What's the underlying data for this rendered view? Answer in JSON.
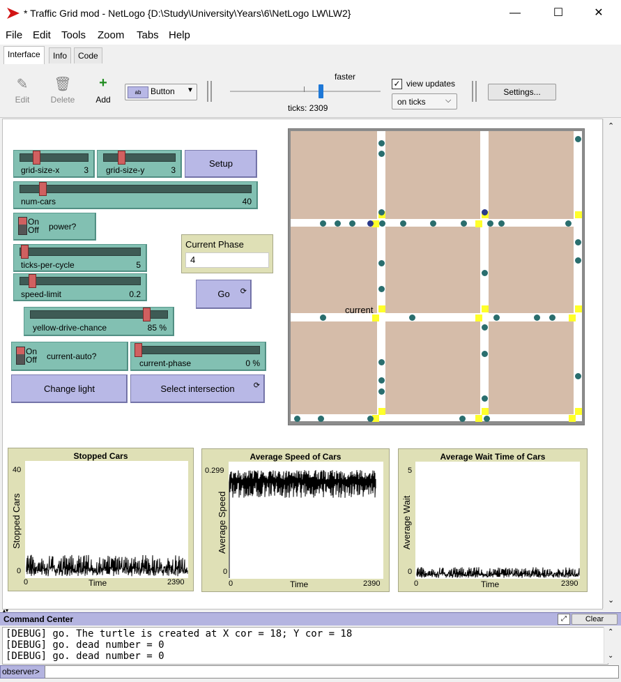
{
  "window": {
    "title": "* Traffic Grid mod - NetLogo {D:\\Study\\University\\Years\\6\\NetLogo LW\\LW2}",
    "minimize": "—",
    "maximize": "☐",
    "close": "✕"
  },
  "menu": [
    "File",
    "Edit",
    "Tools",
    "Zoom",
    "Tabs",
    "Help"
  ],
  "tabs": [
    "Interface",
    "Info",
    "Code"
  ],
  "toolbar": {
    "edit": "Edit",
    "delete": "Delete",
    "add": "Add",
    "widget_type": "Button",
    "speed_label": "faster",
    "ticks_label": "ticks: 2309",
    "view_updates": "view updates",
    "view_updates_checked": true,
    "update_mode": "on ticks",
    "settings": "Settings...",
    "speed_fraction": 0.6
  },
  "widgets": {
    "grid_size_x": {
      "label": "grid-size-x",
      "value": "3"
    },
    "grid_size_y": {
      "label": "grid-size-y",
      "value": "3"
    },
    "setup": "Setup",
    "num_cars": {
      "label": "num-cars",
      "value": "40"
    },
    "power": {
      "on": "On",
      "off": "Off",
      "label": "power?"
    },
    "ticks_per_cycle": {
      "label": "ticks-per-cycle",
      "value": "5"
    },
    "speed_limit": {
      "label": "speed-limit",
      "value": "0.2"
    },
    "current_phase_monitor": {
      "label": "Current Phase",
      "value": "4"
    },
    "go": "Go",
    "yellow_drive_chance": {
      "label": "yellow-drive-chance",
      "value": "85 %"
    },
    "current_auto": {
      "on": "On",
      "off": "Off",
      "label": "current-auto?"
    },
    "current_phase": {
      "label": "current-phase",
      "value": "0 %"
    },
    "change_light": "Change light",
    "select_intersection": "Select intersection"
  },
  "world": {
    "current_label": "current"
  },
  "plots": [
    {
      "title": "Stopped Cars",
      "ylabel": "Stopped Cars",
      "xlabel": "Time",
      "ymax": "40",
      "ymin": "0",
      "xmin": "0",
      "xmax": "2390"
    },
    {
      "title": "Average Speed of Cars",
      "ylabel": "Average Speed",
      "xlabel": "Time",
      "ymax": "0.299",
      "ymin": "0",
      "xmin": "0",
      "xmax": "2390"
    },
    {
      "title": "Average Wait Time of Cars",
      "ylabel": "Average Wait",
      "xlabel": "Time",
      "ymax": "5",
      "ymin": "0",
      "xmin": "0",
      "xmax": "2390"
    }
  ],
  "command_center": {
    "title": "Command Center",
    "clear": "Clear",
    "output": "[DEBUG] go. The turtle is created at X cor = 18; Y cor = 18\n[DEBUG] go. dead number = 0\n[DEBUG] go. dead number = 0",
    "prompt": "observer>"
  }
}
